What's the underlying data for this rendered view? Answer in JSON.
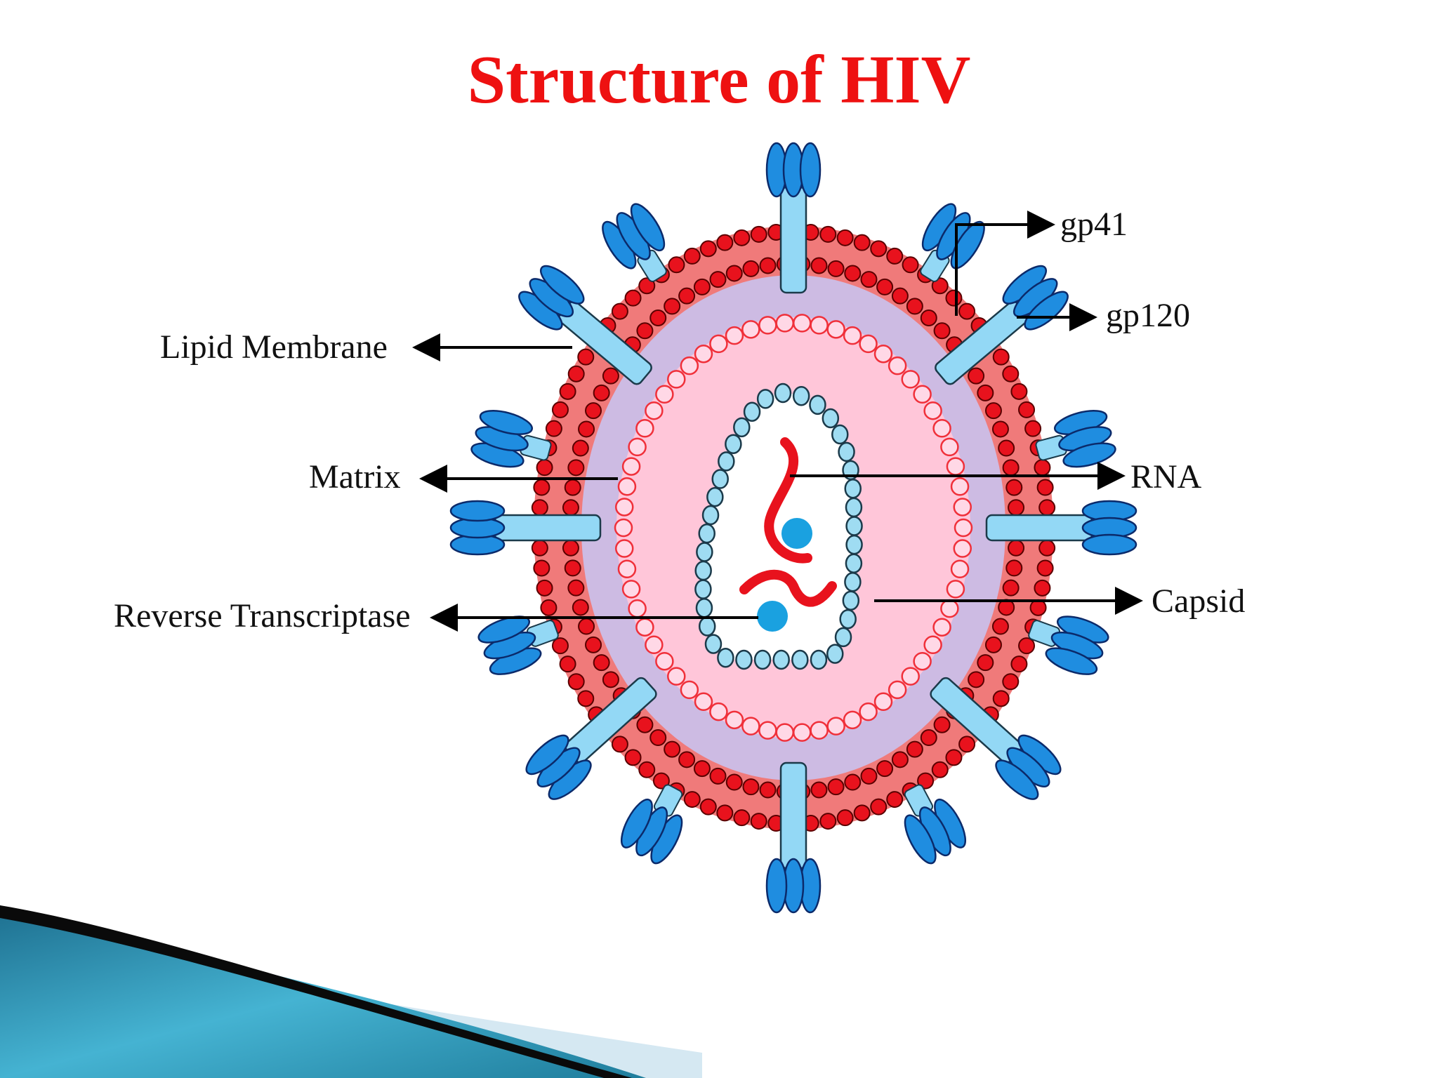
{
  "title": "Structure of HIV",
  "colors": {
    "title": "#ee1111",
    "lipid_bead": "#e8121d",
    "lipid_band": "#f07a7a",
    "matrix": "#cdbbe3",
    "core_fill": "#ffc6d9",
    "matrix_bead": "#f0303a",
    "capsid_bead": "#9fdcf2",
    "rna": "#e8121d",
    "reverse_transcriptase": "#1aa1e0",
    "gp120": "#1f8de0",
    "gp41": "#93d8f5",
    "arrow": "#000000",
    "decor_dark": "#0a0a0a",
    "decor_teal": "#3aa3c4"
  },
  "labels": {
    "lipid_membrane": "Lipid Membrane",
    "matrix": "Matrix",
    "reverse_transcriptase": "Reverse Transcriptase",
    "gp41": "gp41",
    "gp120": "gp120",
    "rna": "RNA",
    "capsid": "Capsid"
  }
}
